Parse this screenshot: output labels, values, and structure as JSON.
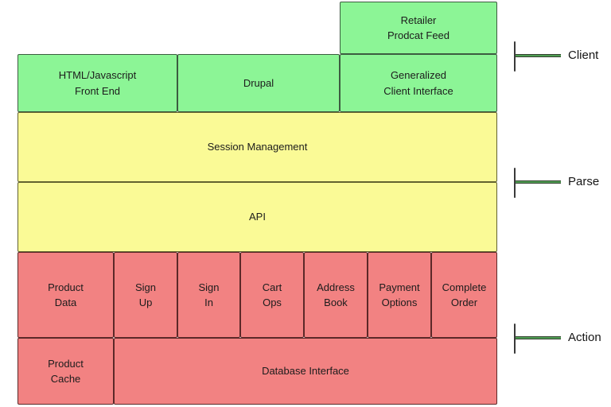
{
  "diagram_type": "layered-architecture-diagram",
  "colors": {
    "client_layer_fill": "#8cf596",
    "parse_layer_fill": "#fafa96",
    "action_layer_fill": "#f28282",
    "arrow_shaft_green": "#4f9e53",
    "arrow_head_dark": "#3a3a3a",
    "text": "#1c1c1c"
  },
  "boxes": {
    "retailer_feed": {
      "label": "Retailer\nProdcat Feed"
    },
    "html_front_end": {
      "label": "HTML/Javascript\nFront End"
    },
    "drupal": {
      "label": "Drupal"
    },
    "generalized_client_interface": {
      "label": "Generalized\nClient Interface"
    },
    "session_management": {
      "label": "Session Management"
    },
    "api": {
      "label": "API"
    },
    "product_data": {
      "label": "Product\nData"
    },
    "sign_up": {
      "label": "Sign\nUp"
    },
    "sign_in": {
      "label": "Sign\nIn"
    },
    "cart_ops": {
      "label": "Cart\nOps"
    },
    "address_book": {
      "label": "Address\nBook"
    },
    "payment_options": {
      "label": "Payment\nOptions"
    },
    "complete_order": {
      "label": "Complete\nOrder"
    },
    "product_cache": {
      "label": "Product\nCache"
    },
    "database_interface": {
      "label": "Database Interface"
    }
  },
  "side_labels": {
    "client": "Client",
    "parse": "Parse",
    "action": "Action"
  }
}
